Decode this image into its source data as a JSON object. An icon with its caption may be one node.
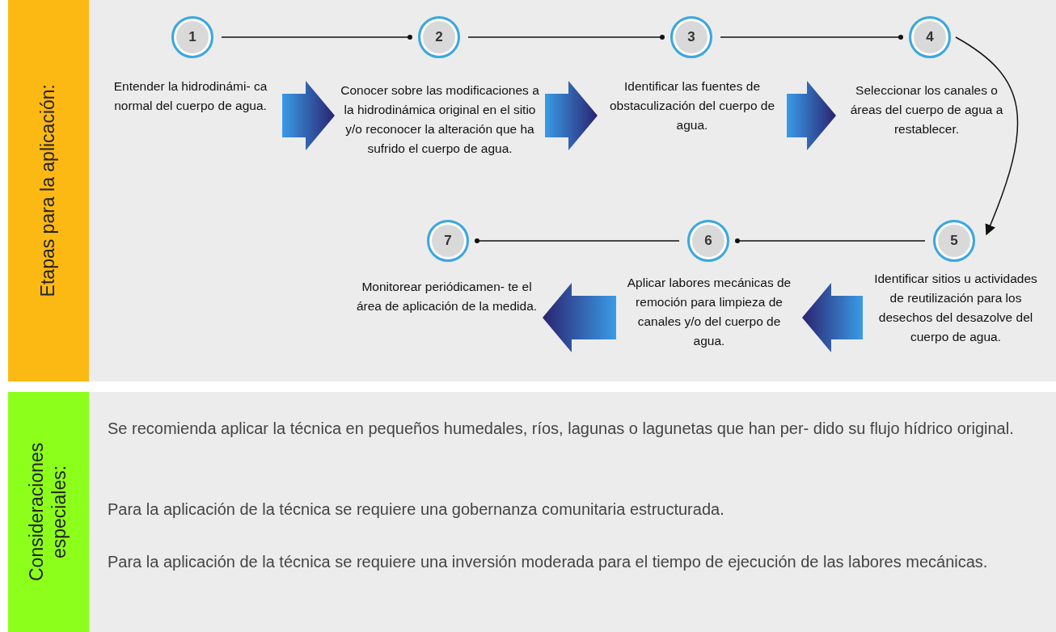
{
  "diagram": {
    "nodes": [
      {
        "text": [
          "Etapas para la aplicación:"
        ]
      },
      {
        "text": [
          "1"
        ],
        "in": 0
      },
      {
        "text": [
          "Entender la hidrodinámi- ca normal del cuerpo de agua."
        ],
        "in": 0
      },
      {
        "text": [
          "2"
        ],
        "in": 0
      },
      {
        "text": [
          "Conocer sobre las modificaciones a la hidrodinámica original en el sitio y/o reconocer la alteración que ha sufrido el cuerpo de agua."
        ],
        "in": 0
      },
      {
        "text": [
          "3"
        ],
        "in": 0
      },
      {
        "text": [
          "Identificar las fuentes de obstaculización del cuerpo de agua."
        ],
        "in": 0
      },
      {
        "text": [
          "4"
        ],
        "in": 0
      },
      {
        "text": [
          "Seleccionar los canales o áreas del cuerpo de agua a restablecer."
        ],
        "in": 0
      },
      {
        "text": [
          "5"
        ],
        "in": 0
      },
      {
        "text": [
          "Identificar sitios u actividades de reutilización para los desechos del desazolve del cuerpo de agua."
        ],
        "in": 0
      },
      {
        "text": [
          "6"
        ],
        "in": 0
      },
      {
        "text": [
          "Aplicar labores mecánicas de remoción para limpieza de canales y/o del cuerpo de agua."
        ],
        "in": 0
      },
      {
        "text": [
          "7"
        ],
        "in": 0
      },
      {
        "text": [
          "Monitorear periódicamen- te el área de aplicación de la medida."
        ],
        "in": 0
      },
      {
        "text": [
          "Consideraciones especiales:",
          "Se recomienda aplicar la técnica en pequeños humedales, ríos, lagunas o lagunetas que han per- dido su flujo hídrico original.",
          "Para la aplicación de la técnica se requiere una gobernanza comunitaria estructurada.",
          "Para la aplicación de la técnica se requiere una inversión moderada para el tiempo de ejecución de las labores mecánicas."
        ]
      }
    ],
    "edges": [
      {
        "from": 1,
        "to": 3,
        "arrow": "other"
      },
      {
        "from": 3,
        "to": 5,
        "arrow": "other"
      },
      {
        "from": 5,
        "to": 7,
        "arrow": "other"
      },
      {
        "from": 7,
        "to": 9,
        "arrow": "to"
      },
      {
        "from": 9,
        "to": 11,
        "arrow": "other"
      },
      {
        "from": 11,
        "to": 13,
        "arrow": "other"
      },
      {
        "from": 2,
        "to": 4,
        "arrow": "to",
        "style": "thick",
        "color": "#3a9be6"
      },
      {
        "from": 4,
        "to": 6,
        "arrow": "to",
        "style": "thick",
        "color": "#3a9be6"
      },
      {
        "from": 6,
        "to": 8,
        "arrow": "to",
        "style": "thick",
        "color": "#3a9be6"
      },
      {
        "from": 10,
        "to": 12,
        "arrow": "to",
        "style": "thick",
        "color": "#3a9be6"
      },
      {
        "from": 12,
        "to": 14,
        "arrow": "to",
        "style": "thick",
        "color": "#3a9be6"
      }
    ]
  }
}
